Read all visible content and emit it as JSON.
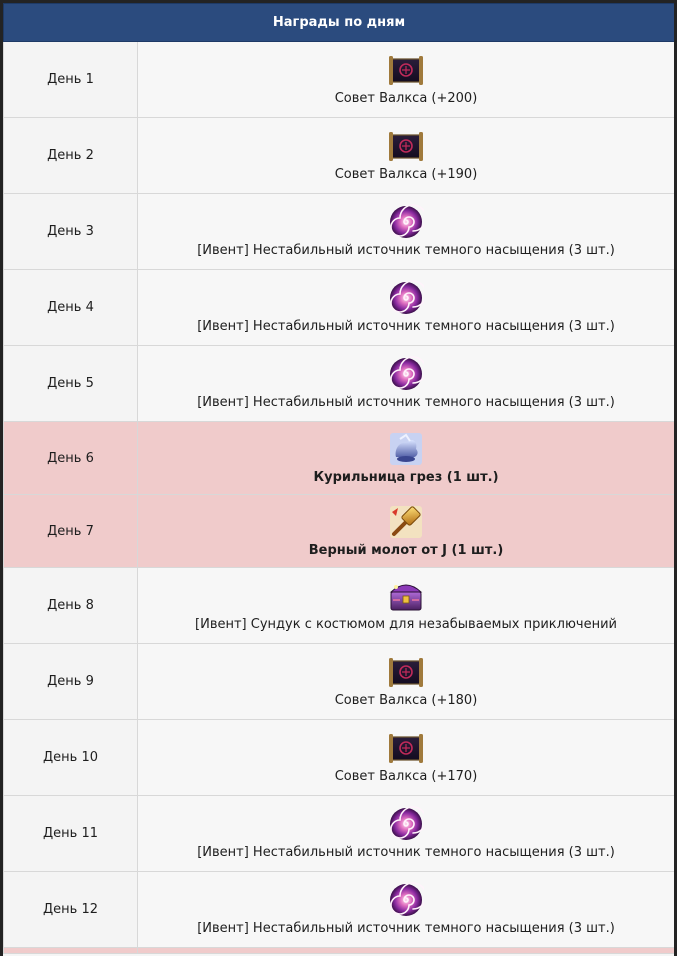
{
  "table": {
    "title": "Награды по дням",
    "rows": [
      {
        "day": "День 1",
        "reward": "Совет Валкса (+200)",
        "icon": "scroll-icon"
      },
      {
        "day": "День 2",
        "reward": "Совет Валкса (+190)",
        "icon": "scroll-icon"
      },
      {
        "day": "День 3",
        "reward": "[Ивент] Нестабильный источник темного насыщения (3 шт.)",
        "icon": "vortex-orb-icon"
      },
      {
        "day": "День 4",
        "reward": "[Ивент] Нестабильный источник темного насыщения (3 шт.)",
        "icon": "vortex-orb-icon"
      },
      {
        "day": "День 5",
        "reward": "[Ивент] Нестабильный источник темного насыщения (3 шт.)",
        "icon": "vortex-orb-icon"
      },
      {
        "day": "День 6",
        "reward": "Курильница грез (1 шт.)",
        "icon": "censer-icon",
        "highlighted": true
      },
      {
        "day": "День 7",
        "reward": "Верный молот от J (1 шт.)",
        "icon": "hammer-icon",
        "highlighted": true
      },
      {
        "day": "День 8",
        "reward": "[Ивент] Сундук с костюмом для незабываемых приключений",
        "icon": "chest-icon"
      },
      {
        "day": "День 9",
        "reward": "Совет Валкса (+180)",
        "icon": "scroll-icon"
      },
      {
        "day": "День 10",
        "reward": "Совет Валкса (+170)",
        "icon": "scroll-icon"
      },
      {
        "day": "День 11",
        "reward": "[Ивент] Нестабильный источник темного насыщения (3 шт.)",
        "icon": "vortex-orb-icon"
      },
      {
        "day": "День 12",
        "reward": "[Ивент] Нестабильный источник темного насыщения (3 шт.)",
        "icon": "vortex-orb-icon"
      }
    ]
  },
  "colors": {
    "header_bg": "#2b4b7e",
    "highlight_bg": "#f0cbcb",
    "row_bg": "#f7f7f7",
    "page_bg": "#232323"
  }
}
